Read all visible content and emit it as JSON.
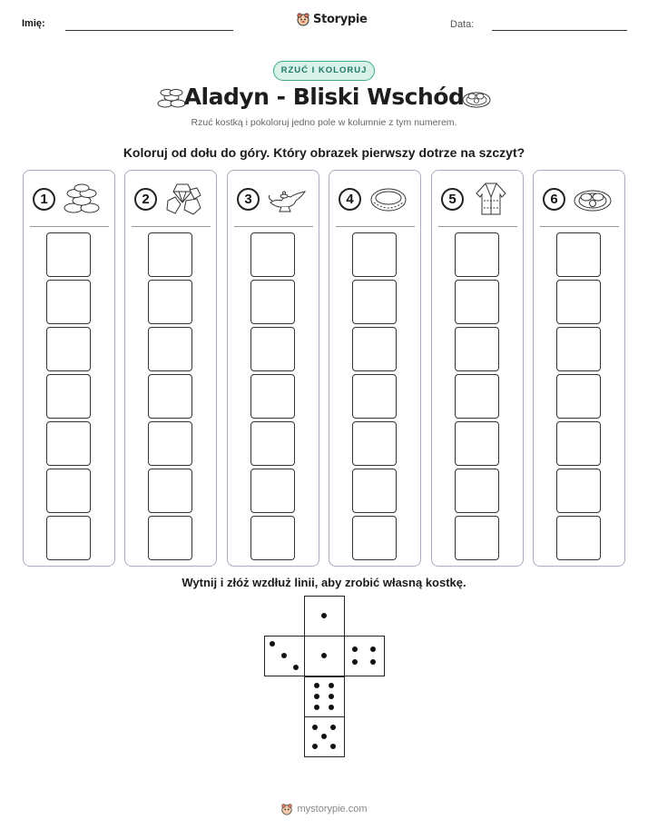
{
  "header": {
    "name_label": "Imię:",
    "date_label": "Data:",
    "brand": "Storypie"
  },
  "badge": "RZUĆ I KOLORUJ",
  "title": "Aladyn - Bliski Wschód",
  "subtitle": "Rzuć kostką i pokoloruj jedno pole w kolumnie z tym numerem.",
  "instruction": "Koloruj od dołu do góry. Który obrazek pierwszy dotrze na szczyt?",
  "columns": [
    {
      "number": "1",
      "icon": "coins-icon"
    },
    {
      "number": "2",
      "icon": "gems-icon"
    },
    {
      "number": "3",
      "icon": "magic-lamp-icon"
    },
    {
      "number": "4",
      "icon": "bracelet-icon"
    },
    {
      "number": "5",
      "icon": "robe-icon"
    },
    {
      "number": "6",
      "icon": "food-plate-icon"
    }
  ],
  "cells_per_column": 7,
  "cut_instruction": "Wytnij i złóż wzdłuż linii, aby zrobić własną kostkę.",
  "dice_faces": [
    1,
    3,
    1,
    4,
    6,
    5
  ],
  "footer": "mystorypie.com"
}
